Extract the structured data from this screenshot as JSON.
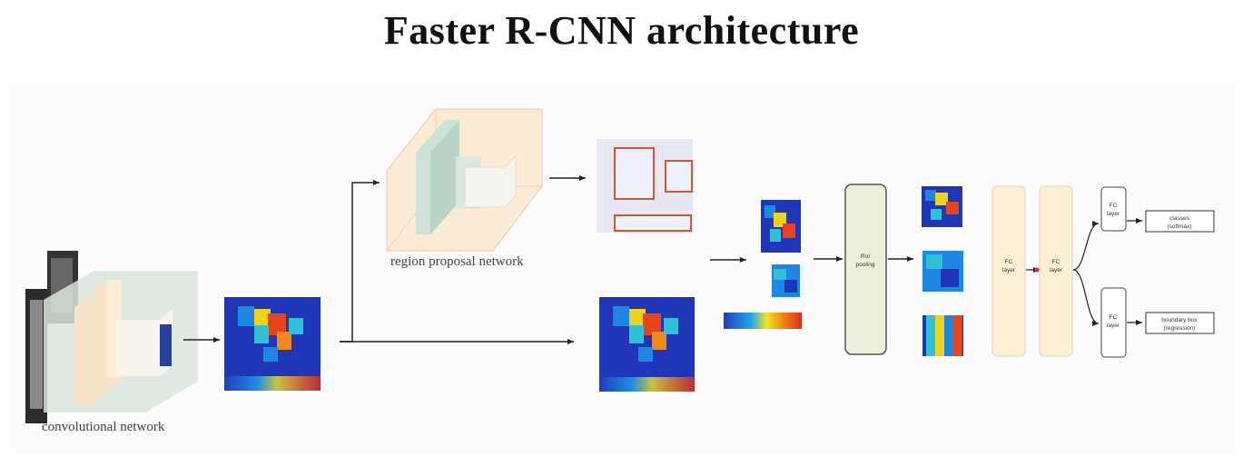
{
  "title": "Faster R-CNN architecture",
  "labels": {
    "conv_net": "convolutional network",
    "rpn": "region proposal network",
    "roi_line1": "RoI",
    "roi_line2": "pooling",
    "fc": "FC",
    "layer": "layer",
    "classes_line1": "classes",
    "classes_line2": "(softmax)",
    "bbox_line1": "boundary box",
    "bbox_line2": "(regression)"
  },
  "colors": {
    "arrow": "#222222",
    "proposal_box": "#d9552c",
    "fc_fill": "#fdefd6",
    "roi_fill": "#eeeedd",
    "heat_low": "#1f3fbf",
    "heat_high": "#e02a1a"
  }
}
